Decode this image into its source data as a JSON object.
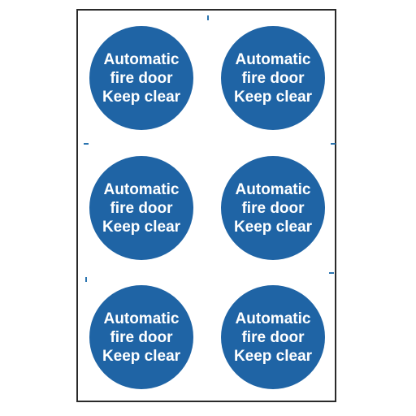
{
  "colors": {
    "sign_background": "#1f64a5",
    "sign_text": "#ffffff",
    "sheet_border": "#2a2a2a",
    "crop_mark": "#2a74b0"
  },
  "signs": [
    {
      "lines": [
        "Automatic",
        "fire door",
        "Keep clear"
      ]
    },
    {
      "lines": [
        "Automatic",
        "fire door",
        "Keep clear"
      ]
    },
    {
      "lines": [
        "Automatic",
        "fire door",
        "Keep clear"
      ]
    },
    {
      "lines": [
        "Automatic",
        "fire door",
        "Keep clear"
      ]
    },
    {
      "lines": [
        "Automatic",
        "fire door",
        "Keep clear"
      ]
    },
    {
      "lines": [
        "Automatic",
        "fire door",
        "Keep clear"
      ]
    }
  ]
}
